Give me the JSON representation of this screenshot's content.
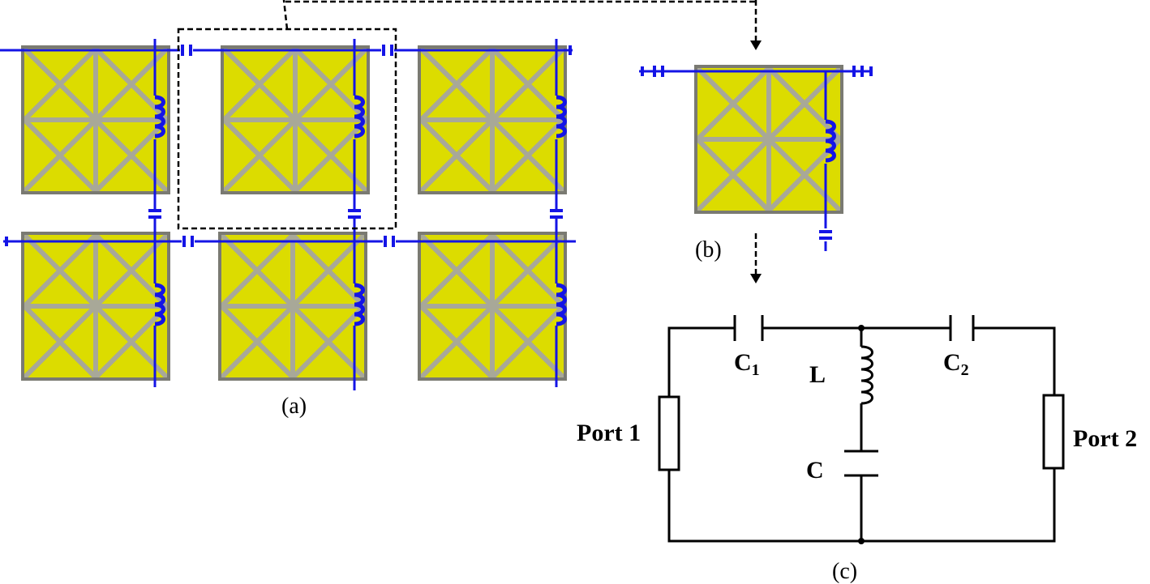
{
  "panels": {
    "a": "(a)",
    "b": "(b)",
    "c": "(c)"
  },
  "circuit": {
    "c1": {
      "main": "C",
      "sub": "1"
    },
    "c2": {
      "main": "C",
      "sub": "2"
    },
    "l": "L",
    "c": "C",
    "port1": "Port 1",
    "port2": "Port 2"
  },
  "colors": {
    "patch": "#dcdc00",
    "patch_border": "#7a7a72",
    "grid_lines": "#a8a898",
    "wire_blue": "#1414e6",
    "circuit": "#000000",
    "dashed": "#000000"
  }
}
